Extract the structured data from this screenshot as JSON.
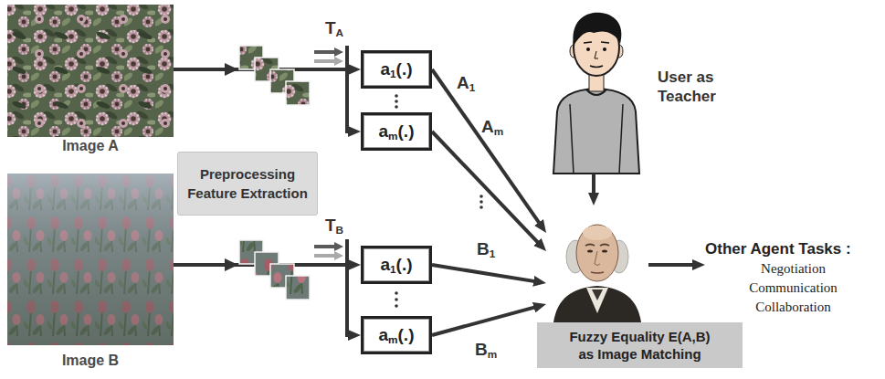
{
  "diagram": {
    "nodes": [
      {
        "text": [
          "Image A"
        ]
      },
      {
        "text": [
          "Preprocessing Feature Extraction"
        ]
      },
      {
        "text": [
          "a1(.)"
        ]
      },
      {
        "text": [
          "am(.)"
        ]
      },
      {
        "text": [
          "Image B"
        ]
      },
      {
        "text": [
          "a1(.)"
        ]
      },
      {
        "text": [
          "am(.)"
        ]
      },
      {
        "text": [
          "User as Teacher"
        ]
      },
      {
        "text": [
          "Fuzzy Equality E(A,B) as Image Matching"
        ]
      },
      {
        "text": [
          "Other Agent Tasks :",
          "Negotiation",
          "Communication",
          "Collaboration"
        ]
      }
    ],
    "edges": [
      {
        "from": 0,
        "to": 2,
        "arrow": "to"
      },
      {
        "from": 0,
        "to": 3,
        "arrow": "to"
      },
      {
        "from": 4,
        "to": 5,
        "arrow": "to"
      },
      {
        "from": 4,
        "to": 6,
        "arrow": "to"
      },
      {
        "from": 2,
        "to": 8,
        "label": "A1",
        "arrow": "to"
      },
      {
        "from": 3,
        "to": 8,
        "label": "Am",
        "arrow": "to"
      },
      {
        "from": 5,
        "to": 8,
        "label": "B1",
        "arrow": "to"
      },
      {
        "from": 6,
        "to": 8,
        "label": "Bm",
        "arrow": "to"
      },
      {
        "from": 7,
        "to": 8,
        "arrow": "to"
      },
      {
        "from": 8,
        "to": 9,
        "arrow": "to"
      }
    ],
    "labels": [
      "TA",
      "TB"
    ]
  }
}
